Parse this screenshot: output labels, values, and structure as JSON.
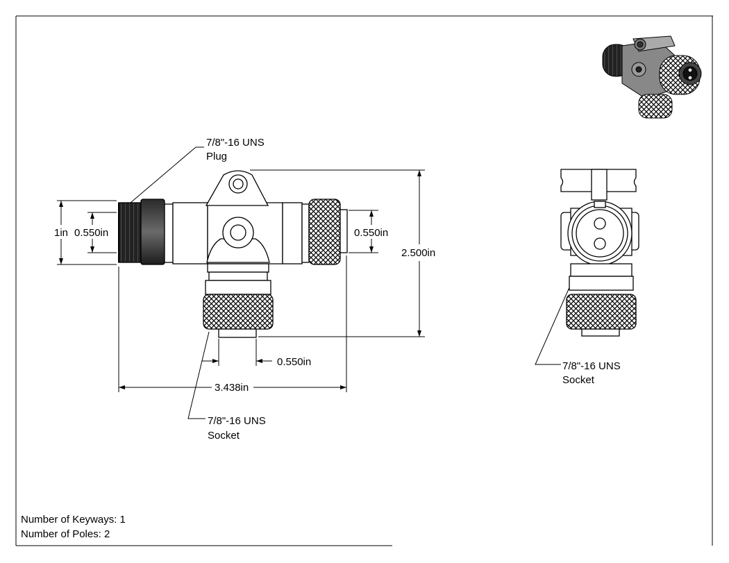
{
  "callouts": {
    "plug_line1": "7/8\"-16 UNS",
    "plug_line2": "Plug",
    "socket_bottom_line1": "7/8\"-16 UNS",
    "socket_bottom_line2": "Socket",
    "socket_side_line1": "7/8\"-16 UNS",
    "socket_side_line2": "Socket"
  },
  "dimensions": {
    "plug_outer": "1in",
    "plug_inner": "0.550in",
    "right_socket": "0.550in",
    "overall_height": "2.500in",
    "bottom_socket": "0.550in",
    "overall_width": "3.438in"
  },
  "notes": {
    "keyways": "Number of Keyways: 1",
    "poles": "Number of Poles: 2"
  }
}
